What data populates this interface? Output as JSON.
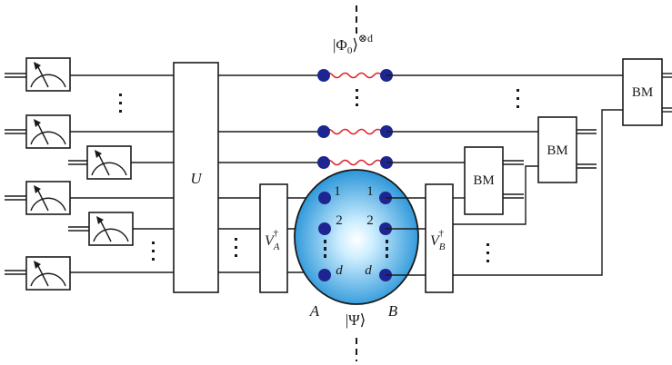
{
  "labels": {
    "phi": "|Φ",
    "phi_sub": "0",
    "phi_close": "⟩",
    "phi_sup": "⊗d",
    "psi": "|Ψ⟩",
    "party_a": "A",
    "party_b": "B",
    "unitary": "U",
    "va": "V",
    "va_sub": "A",
    "va_sup": "†",
    "vb": "V",
    "vb_sub": "B",
    "vb_sup": "†",
    "bm1": "BM",
    "bm2": "BM",
    "bm3": "BM",
    "mode_a1": "1",
    "mode_a2": "2",
    "mode_ad": "d",
    "mode_b1": "1",
    "mode_b2": "2",
    "mode_bd": "d"
  },
  "colors": {
    "line": "#1a1a1a",
    "qubit": "#1f2590",
    "entangle": "#e0202a",
    "state_fill_center": "#e8f6ff",
    "state_fill_edge": "#1e8fd6"
  },
  "icons": {
    "meter": "measurement-meter-icon",
    "ellipsis": "vertical-ellipsis-icon"
  }
}
